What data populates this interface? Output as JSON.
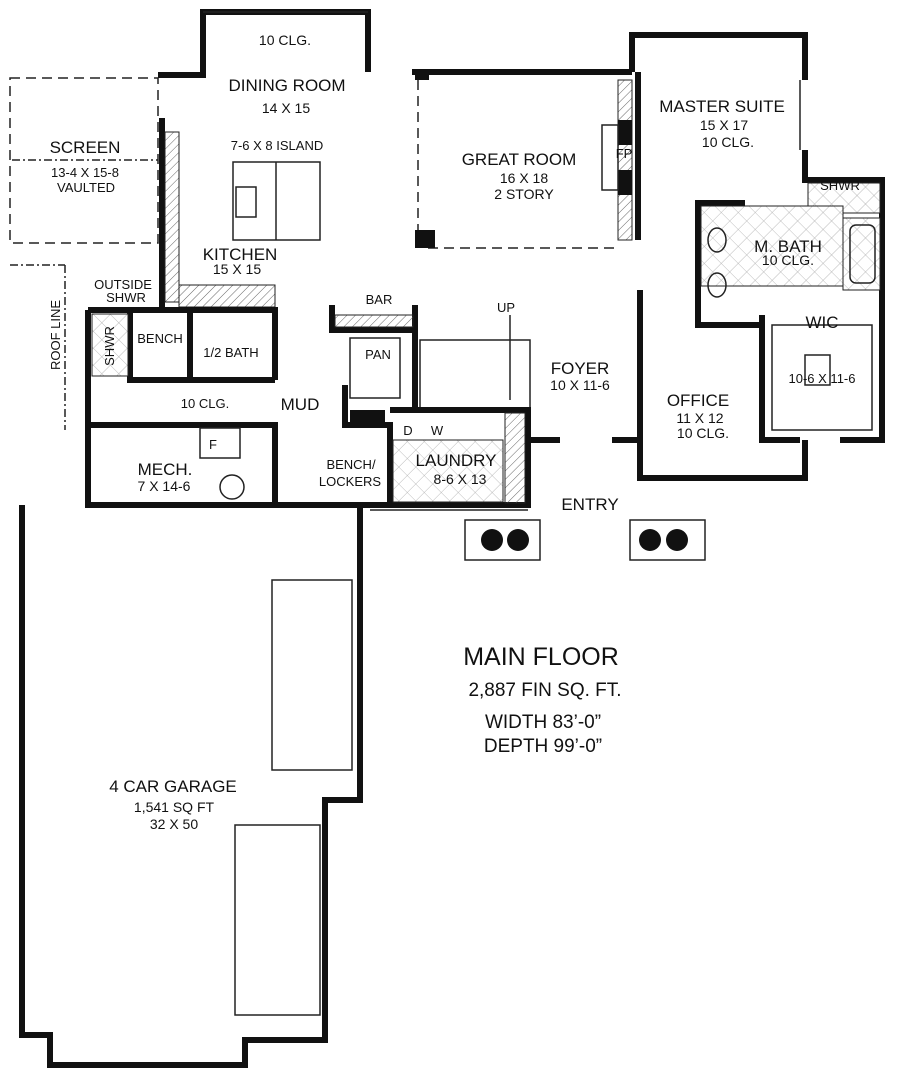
{
  "rooms": {
    "dining": {
      "ceiling": "10 CLG.",
      "name": "DINING ROOM",
      "size": "14 X 15"
    },
    "screen": {
      "name": "SCREEN",
      "size": "13-4 X 15-8",
      "note": "VAULTED"
    },
    "island": "7-6 X 8 ISLAND",
    "kitchen": {
      "name": "KITCHEN",
      "size": "15 X 15"
    },
    "great": {
      "name": "GREAT ROOM",
      "size": "16 X 18",
      "note": "2 STORY"
    },
    "fp": "FP",
    "master": {
      "name": "MASTER SUITE",
      "size": "15 X 17",
      "ceiling": "10 CLG."
    },
    "master_shwr": "SHWR",
    "mbath": {
      "name": "M. BATH",
      "ceiling": "10 CLG."
    },
    "wic": {
      "name": "WIC",
      "size": "10-6 X 11-6"
    },
    "outside_shwr": [
      "OUTSIDE",
      "SHWR"
    ],
    "roof_line": "ROOF LINE",
    "shwr": "SHWR",
    "bench": "BENCH",
    "half_bath": "1/2 BATH",
    "bar": "BAR",
    "pan": "PAN",
    "up": "UP",
    "foyer": {
      "name": "FOYER",
      "size": "10 X 11-6"
    },
    "mud_ceiling": "10 CLG.",
    "mud": "MUD",
    "office": {
      "name": "OFFICE",
      "size": "11 X 12",
      "ceiling": "10 CLG."
    },
    "mech": {
      "name": "MECH.",
      "size": "7 X 14-6",
      "furnace": "F"
    },
    "bench_lockers": [
      "BENCH/",
      "LOCKERS"
    ],
    "laundry": {
      "name": "LAUNDRY",
      "size": "8-6 X 13",
      "dryer": "D",
      "washer": "W"
    },
    "entry": "ENTRY",
    "garage": {
      "name": "4 CAR GARAGE",
      "area": "1,541 SQ FT",
      "size": "32 X 50"
    }
  },
  "summary": {
    "title": "MAIN FLOOR",
    "area": "2,887 FIN SQ. FT.",
    "width": "WIDTH 83’-0”",
    "depth": "DEPTH 99’-0”"
  }
}
